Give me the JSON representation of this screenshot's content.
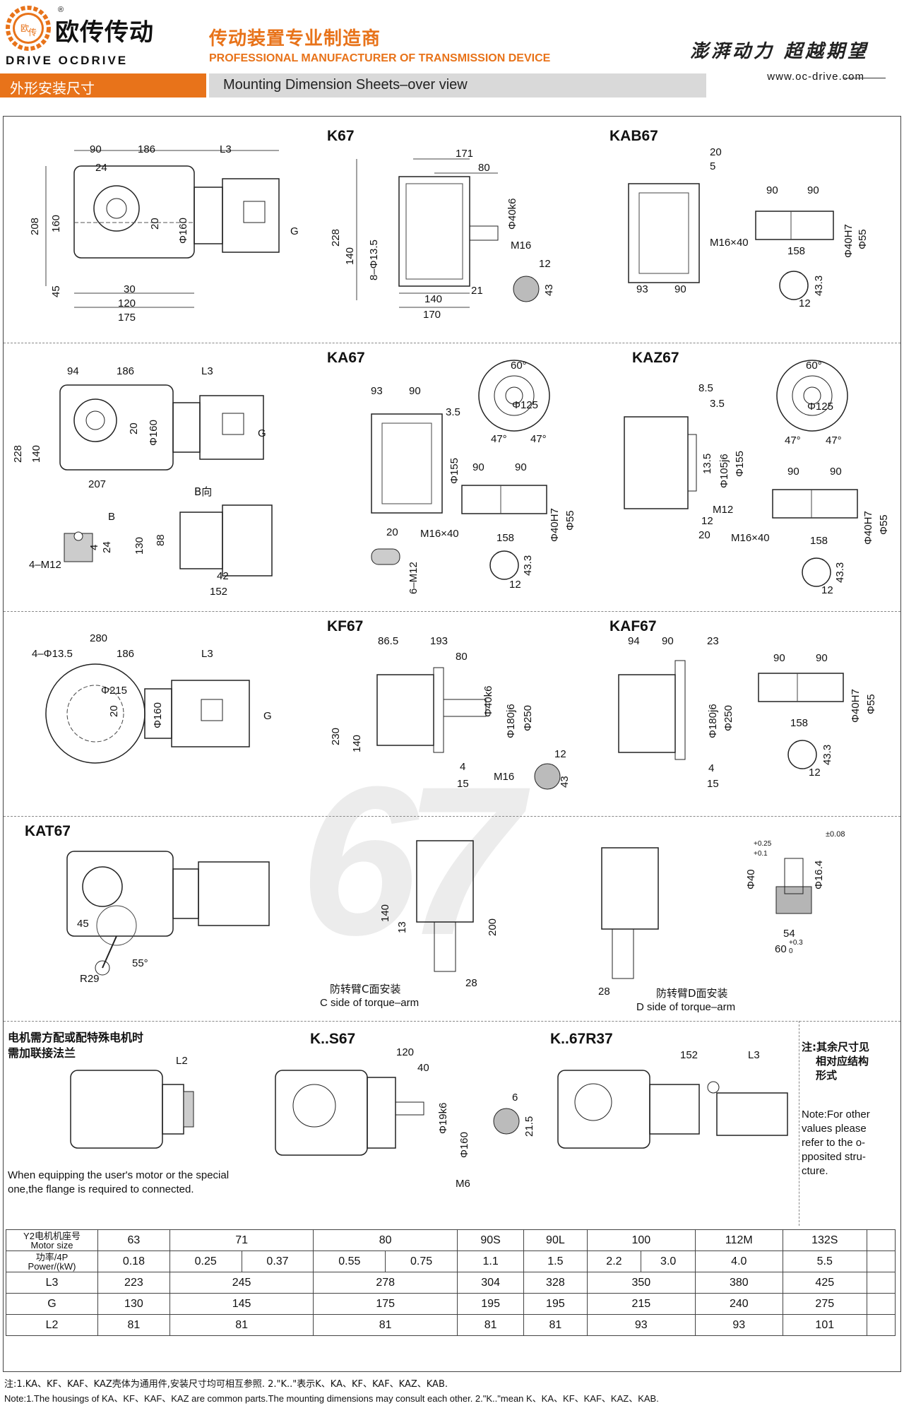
{
  "header": {
    "logo_cn": "欧传传动",
    "logo_badge_chars": [
      "欧",
      "传"
    ],
    "logo_en": "DRIVE  OCDRIVE",
    "tagline_cn": "传动装置专业制造商",
    "tagline_en": "PROFESSIONAL MANUFACTURER OF TRANSMISSION DEVICE",
    "slogan": "澎湃动力  超越期望",
    "website": "www.oc-drive.com",
    "tab_cn": "外形安装尺寸",
    "tab_en": "Mounting Dimension Sheets–over view",
    "brand_color": "#e8731a"
  },
  "watermark": "67",
  "sections": {
    "k67": {
      "title": "K67",
      "left_dims": [
        "90",
        "186",
        "L3",
        "24",
        "208",
        "160",
        "20",
        "Φ160",
        "G",
        "45",
        "30",
        "120",
        "175"
      ],
      "mid_dims": [
        "171",
        "80",
        "Φ40k6",
        "228",
        "140",
        "8–Φ13.5",
        "M16",
        "12",
        "43",
        "140",
        "21",
        "170"
      ]
    },
    "kab67": {
      "title": "KAB67",
      "dims": [
        "20",
        "5",
        "90",
        "90",
        "Φ40H7",
        "Φ55",
        "M16×40",
        "158",
        "93",
        "90",
        "43.3",
        "12"
      ]
    },
    "ka67": {
      "title": "KA67",
      "left_dims": [
        "94",
        "186",
        "L3",
        "228",
        "140",
        "20",
        "Φ160",
        "G",
        "207",
        "B向",
        "B",
        "4–M12",
        "4",
        "24",
        "130",
        "88",
        "42",
        "152"
      ],
      "mid_dims": [
        "93",
        "90",
        "3.5",
        "60°",
        "Φ125",
        "47°",
        "47°",
        "Φ155",
        "90",
        "90",
        "Φ40H7",
        "Φ55",
        "M16×40",
        "158",
        "20",
        "6–M12",
        "43.3",
        "12"
      ]
    },
    "kaz67": {
      "title": "KAZ67",
      "dims": [
        "8.5",
        "3.5",
        "60°",
        "Φ125",
        "47°",
        "47°",
        "Φ105j6",
        "Φ155",
        "13.5",
        "M12",
        "12",
        "20",
        "90",
        "90",
        "Φ40H7",
        "Φ55",
        "M16×40",
        "158",
        "43.3",
        "12"
      ]
    },
    "kf67": {
      "title": "KF67",
      "left_dims": [
        "280",
        "4–Φ13.5",
        "186",
        "L3",
        "Φ215",
        "20",
        "Φ160",
        "G"
      ],
      "mid_dims": [
        "86.5",
        "193",
        "80",
        "Φ40k6",
        "Φ180j6",
        "Φ250",
        "230",
        "140",
        "4",
        "15",
        "M16",
        "12",
        "43"
      ]
    },
    "kaf67": {
      "title": "KAF67",
      "dims": [
        "94",
        "90",
        "23",
        "Φ180j6",
        "Φ250",
        "4",
        "15",
        "90",
        "90",
        "Φ40H7",
        "Φ55",
        "158",
        "43.3",
        "12"
      ]
    },
    "kat67": {
      "title": "KAT67",
      "left_dims": [
        "45",
        "R29",
        "55°"
      ],
      "c_dims": [
        "140",
        "13",
        "200",
        "28"
      ],
      "c_caption_cn": "防转臂C面安装",
      "c_caption_en": "C side of torque–arm",
      "d_dims": [
        "28",
        "Φ40",
        "+0.25",
        "+0.1",
        "Φ16.4",
        "±0.08",
        "54",
        "60",
        "+0.3",
        "0"
      ],
      "d_caption_cn": "防转臂D面安装",
      "d_caption_en": "D side of torque–arm"
    },
    "flange": {
      "note_cn_1": "电机需方配或配特殊电机时",
      "note_cn_2": "需加联接法兰",
      "dims": [
        "L2"
      ],
      "note_en_1": "When equipping the user's motor or the special",
      "note_en_2": "one,the flange is required to connected."
    },
    "ks67": {
      "title": "K..S67",
      "dims": [
        "120",
        "40",
        "Φ19k6",
        "Φ160",
        "M6",
        "6",
        "21.5"
      ]
    },
    "k67r37": {
      "title": "K..67R37",
      "dims": [
        "152",
        "L3"
      ]
    },
    "side_note": {
      "cn": [
        "注:其余尺寸见",
        "相对应结构",
        "形式"
      ],
      "en": [
        "Note:For other",
        "values please",
        "refer to the o-",
        "pposited stru-",
        "cture."
      ]
    }
  },
  "motor_table": {
    "head_motor": [
      "Y2电机机座号",
      "Motor size"
    ],
    "head_power": [
      "功率/4P",
      "Power/(kW)"
    ],
    "sizes": [
      "63",
      "71",
      "80",
      "90S",
      "90L",
      "100",
      "112M",
      "132S"
    ],
    "power": [
      [
        "0.18"
      ],
      [
        "0.25",
        "0.37"
      ],
      [
        "0.55",
        "0.75"
      ],
      [
        "1.1"
      ],
      [
        "1.5"
      ],
      [
        "2.2",
        "3.0"
      ],
      [
        "4.0"
      ],
      [
        "5.5"
      ]
    ],
    "L3": [
      "223",
      "245",
      "278",
      "304",
      "328",
      "350",
      "380",
      "425"
    ],
    "G": [
      "130",
      "145",
      "175",
      "195",
      "195",
      "215",
      "240",
      "275"
    ],
    "L2": [
      "81",
      "81",
      "81",
      "81",
      "81",
      "93",
      "93",
      "101"
    ]
  },
  "notes": {
    "cn": "注:1.KA、KF、KAF、KAZ壳体为通用件,安装尺寸均可相互参照.   2.\"K..\"表示K、KA、KF、KAF、KAZ、KAB.",
    "en": "Note:1.The housings of KA、KF、KAF、KAZ are common parts.The mounting dimensions may consult each other. 2.\"K..\"mean K、KA、KF、KAF、KAZ、KAB."
  }
}
